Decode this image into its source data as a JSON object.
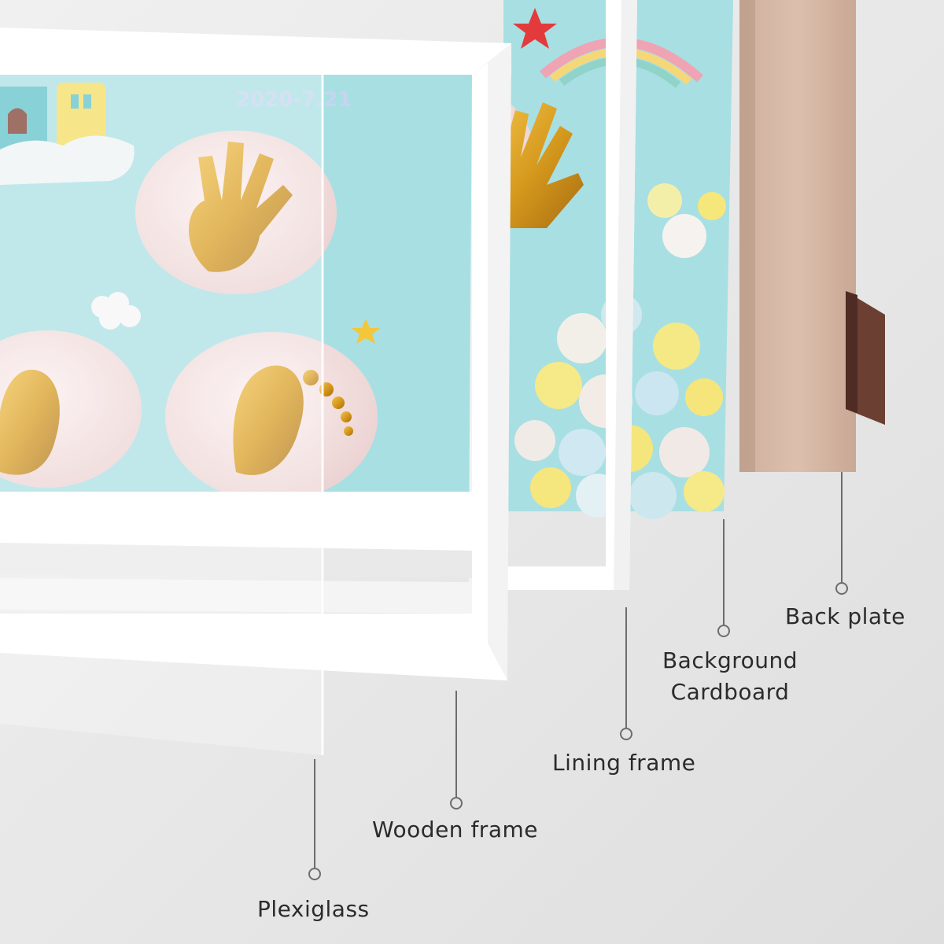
{
  "scene": {
    "date_text": "2020-7.21",
    "colors": {
      "background": "#e8e8e8",
      "print_backdrop": "#a8dfe3",
      "frame_white": "#ffffff",
      "gold": "#d69a1e",
      "clay_disc": "#f6e4e4",
      "back_plate": "#d7b9a6",
      "leader_line": "#6d6d6d"
    }
  },
  "layers": {
    "back_plate": {
      "label": "Back plate"
    },
    "background_cardboard": {
      "line1": "Background",
      "line2": "Cardboard"
    },
    "lining_frame": {
      "label": "Lining frame"
    },
    "wooden_frame": {
      "label": "Wooden frame"
    },
    "plexiglass": {
      "label": "Plexiglass"
    }
  }
}
